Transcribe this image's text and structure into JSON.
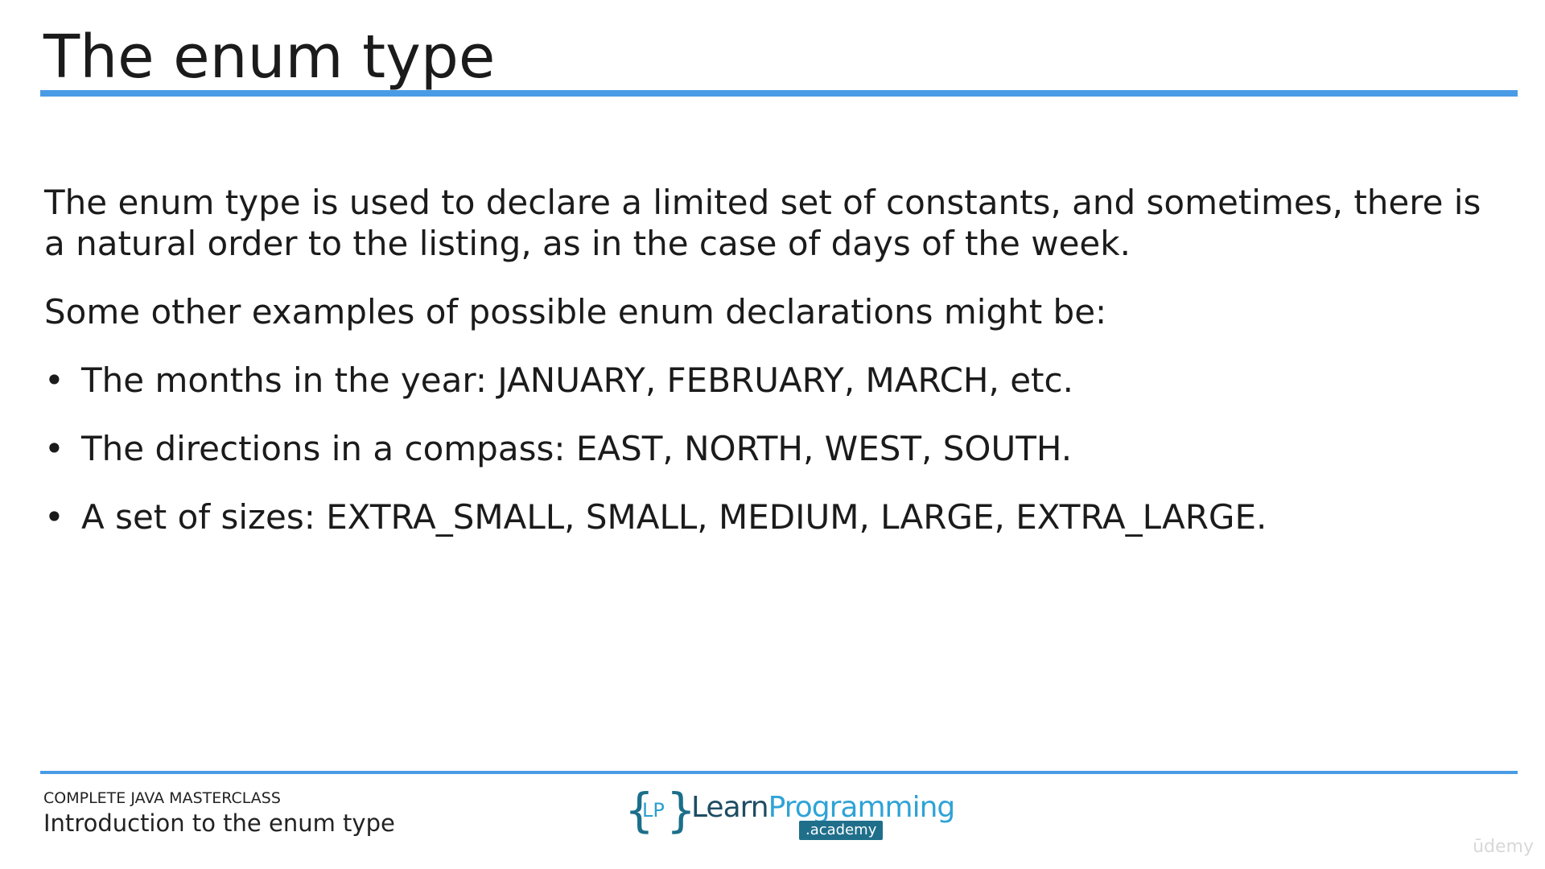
{
  "slide": {
    "title": "The enum type",
    "paragraphs": [
      "The enum type is used to declare a limited set of constants, and sometimes, there is a natural order to the listing, as in the case of days of the week.",
      "Some other examples of possible enum declarations might be:"
    ],
    "bullet_symbol": "•",
    "bullets": [
      "The months in the year: JANUARY, FEBRUARY, MARCH, etc.",
      "The directions in a compass: EAST, NORTH, WEST, SOUTH.",
      "A set of sizes: EXTRA_SMALL, SMALL, MEDIUM, LARGE, EXTRA_LARGE."
    ]
  },
  "footer": {
    "course": "COMPLETE JAVA MASTERCLASS",
    "lecture": "Introduction to the enum type",
    "logo": {
      "brace_left": "{",
      "brace_right": "}",
      "initials": "LP",
      "learn": "Learn",
      "programming": "Programming",
      "academy": ".academy"
    }
  },
  "watermark": "ūdemy",
  "colors": {
    "accent_rule": "#4a9be6",
    "text": "#1b1b1b",
    "logo_dark": "#1f4d63",
    "logo_light": "#2fa3d6"
  }
}
